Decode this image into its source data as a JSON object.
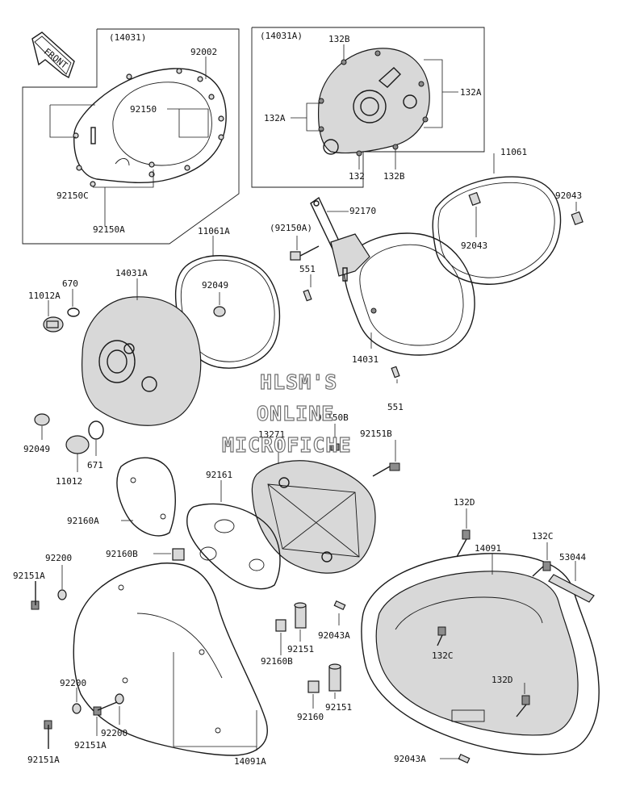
{
  "front_arrow": {
    "text": "FRONT"
  },
  "watermark": {
    "line1": "HLSM'S",
    "line2": "ONLINE",
    "line3": "MICROFICHE"
  },
  "insets": {
    "left_title": "(14031)",
    "right_title": "(14031A)"
  },
  "labels": {
    "l_92002": "92002",
    "l_92150": "92150",
    "l_92150C": "92150C",
    "l_92150A_top": "92150A",
    "l_132B_top": "132B",
    "l_132A_right": "132A",
    "l_132A_left": "132A",
    "l_132": "132",
    "l_132B_bot": "132B",
    "l_11061": "11061",
    "l_92043_r": "92043",
    "l_92043_m": "92043",
    "l_92170": "92170",
    "l_92150A_p": "(92150A)",
    "l_551_a": "551",
    "l_11061A": "11061A",
    "l_14031A": "14031A",
    "l_670": "670",
    "l_11012A": "11012A",
    "l_92049_a": "92049",
    "l_14031": "14031",
    "l_551_b": "551",
    "l_92150B": "92150B",
    "l_13271": "13271",
    "l_92151B": "92151B",
    "l_92049_b": "92049",
    "l_671": "671",
    "l_11012": "11012",
    "l_92161": "92161",
    "l_92160A": "92160A",
    "l_132D_top": "132D",
    "l_132C_top": "132C",
    "l_14091": "14091",
    "l_53044": "53044",
    "l_92200_a": "92200",
    "l_92151A_a": "92151A",
    "l_92160B_a": "92160B",
    "l_92151_a": "92151",
    "l_92160B_b": "92160B",
    "l_92043A_a": "92043A",
    "l_132C_mid": "132C",
    "l_132D_bot": "132D",
    "l_92200_b": "92200",
    "l_92151_b": "92151",
    "l_92160": "92160",
    "l_92200_c": "92200",
    "l_92151A_b": "92151A",
    "l_92151A_c": "92151A",
    "l_14091A": "14091A",
    "l_92043A_b": "92043A"
  }
}
